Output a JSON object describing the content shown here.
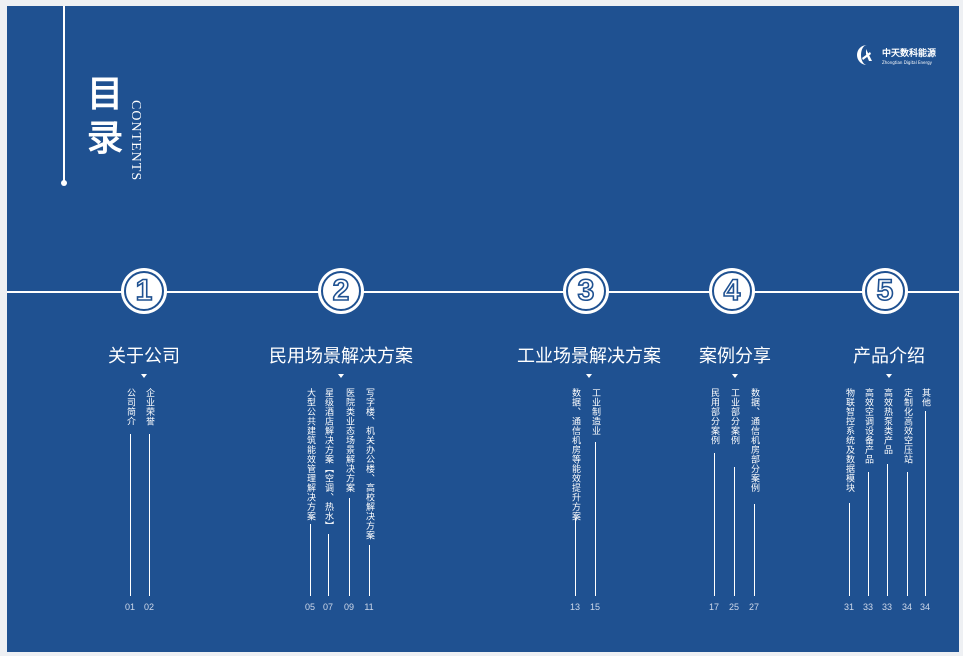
{
  "header": {
    "title_cn": "目录",
    "title_en": "CONTENTS"
  },
  "logo": {
    "name": "中天数科能源",
    "sub": "Zhongtian Digital Energy"
  },
  "colors": {
    "background": "#1f5191",
    "foreground": "#ffffff"
  },
  "sections": [
    {
      "number": "1",
      "title": "关于公司",
      "items": [
        {
          "label": "公司简介",
          "page": "01"
        },
        {
          "label": "企业荣誉",
          "page": "02"
        }
      ]
    },
    {
      "number": "2",
      "title": "民用场景解决方案",
      "items": [
        {
          "label": "大型公共建筑能效管理解决方案",
          "page": "05"
        },
        {
          "label": "星级酒店解决方案【空调、热水】",
          "page": "07"
        },
        {
          "label": "医院类业态场景解决方案",
          "page": "09"
        },
        {
          "label": "写字楼、机关办公楼、高校解决方案",
          "page": "11"
        }
      ]
    },
    {
      "number": "3",
      "title": "工业场景解决方案",
      "items": [
        {
          "label": "数据、通信机房等能效提升方案",
          "page": "13"
        },
        {
          "label": "工业制造业",
          "page": "15"
        }
      ]
    },
    {
      "number": "4",
      "title": "案例分享",
      "items": [
        {
          "label": "民用部分案例",
          "page": "17"
        },
        {
          "label": "工业部分案例",
          "page": "25"
        },
        {
          "label": "数据、通信机房部分案例",
          "page": "27"
        }
      ]
    },
    {
      "number": "5",
      "title": "产品介绍",
      "items": [
        {
          "label": "物联智控系统及数据模块",
          "page": "31"
        },
        {
          "label": "高效空调设备产品",
          "page": "33"
        },
        {
          "label": "高效热泵类产品",
          "page": "33"
        },
        {
          "label": "定制化高效空压站",
          "page": "34"
        },
        {
          "label": "其他",
          "page": "34"
        }
      ]
    }
  ]
}
